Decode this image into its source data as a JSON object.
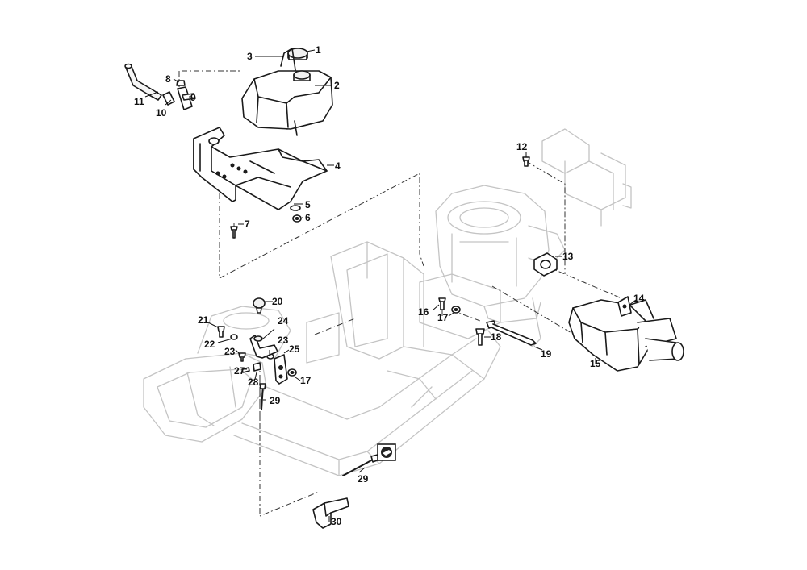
{
  "callouts": [
    {
      "id": "c1",
      "label": "1"
    },
    {
      "id": "c2",
      "label": "2"
    },
    {
      "id": "c3",
      "label": "3"
    },
    {
      "id": "c4",
      "label": "4"
    },
    {
      "id": "c5",
      "label": "5"
    },
    {
      "id": "c6",
      "label": "6"
    },
    {
      "id": "c7",
      "label": "7"
    },
    {
      "id": "c8",
      "label": "8"
    },
    {
      "id": "c9",
      "label": "9"
    },
    {
      "id": "c10",
      "label": "10"
    },
    {
      "id": "c11",
      "label": "11"
    },
    {
      "id": "c12",
      "label": "12"
    },
    {
      "id": "c13",
      "label": "13"
    },
    {
      "id": "c14",
      "label": "14"
    },
    {
      "id": "c15",
      "label": "15"
    },
    {
      "id": "c16",
      "label": "16"
    },
    {
      "id": "c17a",
      "label": "17"
    },
    {
      "id": "c17b",
      "label": "17"
    },
    {
      "id": "c18",
      "label": "18"
    },
    {
      "id": "c19",
      "label": "19"
    },
    {
      "id": "c20",
      "label": "20"
    },
    {
      "id": "c21",
      "label": "21"
    },
    {
      "id": "c22",
      "label": "22"
    },
    {
      "id": "c23a",
      "label": "23"
    },
    {
      "id": "c23b",
      "label": "23"
    },
    {
      "id": "c24",
      "label": "24"
    },
    {
      "id": "c25",
      "label": "25"
    },
    {
      "id": "c27",
      "label": "27"
    },
    {
      "id": "c28",
      "label": "28"
    },
    {
      "id": "c29a",
      "label": "29"
    },
    {
      "id": "c29b",
      "label": "29"
    },
    {
      "id": "c30",
      "label": "30"
    }
  ],
  "colors": {
    "outline": "#1a1a1a",
    "ghost": "#c4c4c4",
    "background": "#ffffff"
  },
  "icons": {
    "instruction_label": "hand-tool-icon"
  }
}
